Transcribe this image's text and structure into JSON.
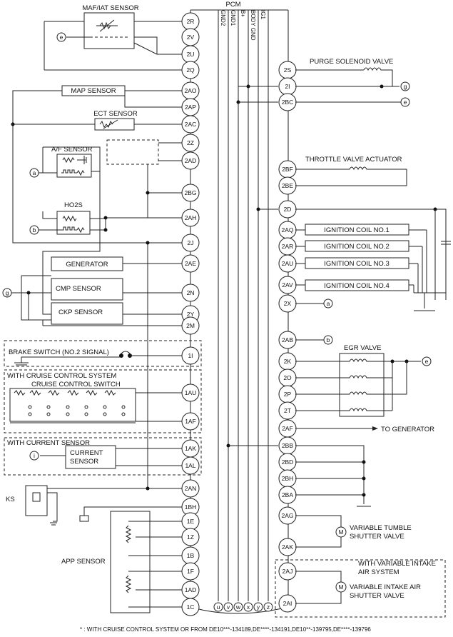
{
  "pcm": {
    "title": "PCM",
    "bus_labels": [
      "GND2",
      "GND1",
      "B+",
      "BODY GND",
      "IG1"
    ],
    "bottom_terminals": [
      "u",
      "v",
      "w",
      "x",
      "y",
      "z"
    ]
  },
  "left_pins": [
    "2R",
    "2V",
    "2U",
    "2Q",
    "2AO",
    "2AP",
    "2AC",
    "2Z",
    "2AD",
    "2BG",
    "2AH",
    "2J",
    "2AE",
    "2N",
    "2Y",
    "2M",
    "1I",
    "1AU",
    "1AF",
    "1AK",
    "1AL",
    "2AN",
    "1BH",
    "1E",
    "1Z",
    "1B",
    "1F",
    "1AD",
    "1C"
  ],
  "right_pins": [
    "2S",
    "2I",
    "2BC",
    "2BF",
    "2BE",
    "2D",
    "2AQ",
    "2AR",
    "2AU",
    "2AV",
    "2X",
    "2AB",
    "2K",
    "2O",
    "2P",
    "2T",
    "2AF",
    "2BB",
    "2BD",
    "2BH",
    "2BA",
    "2AG",
    "2AK",
    "2AJ",
    "2AI"
  ],
  "components": {
    "maf": "MAF/IAT SENSOR",
    "map": "MAP SENSOR",
    "ect": "ECT SENSOR",
    "af": "A/F SENSOR",
    "ho2s": "HO2S",
    "generator": "GENERATOR",
    "cmp": "CMP SENSOR",
    "ckp": "CKP SENSOR",
    "brake": "BRAKE SWITCH (NO.2 SIGNAL)",
    "cruise_group": "WITH CRUISE CONTROL SYSTEM",
    "cruise_switch": "CRUISE CONTROL SWITCH",
    "current_group": "WITH CURRENT SENSOR",
    "current_sensor_1": "CURRENT",
    "current_sensor_2": "SENSOR",
    "ks": "KS",
    "app": "APP SENSOR",
    "purge": "PURGE SOLENOID VALVE",
    "throttle": "THROTTLE VALVE ACTUATOR",
    "coil1": "IGNITION COIL NO.1",
    "coil2": "IGNITION COIL NO.2",
    "coil3": "IGNITION COIL NO.3",
    "coil4": "IGNITION COIL NO.4",
    "egr": "EGR VALVE",
    "to_generator": "TO GENERATOR",
    "tumble_1": "VARIABLE TUMBLE",
    "tumble_2": "SHUTTER VALVE",
    "intake_group_1": "WITH VARIABLE INTAKE",
    "intake_group_2": "AIR SYSTEM",
    "intake_valve_1": "VARIABLE INTAKE AIR",
    "intake_valve_2": "SHUTTER VALVE",
    "motor_symbol": "M"
  },
  "connectors": {
    "a": "a",
    "b": "b",
    "e": "e",
    "g": "g",
    "i": "i"
  },
  "footnote": "* : WITH CRUISE CONTROL SYSTEM OR FROM DE10***-134189,DE****-134191,DE10**-139795,DE****-139796"
}
